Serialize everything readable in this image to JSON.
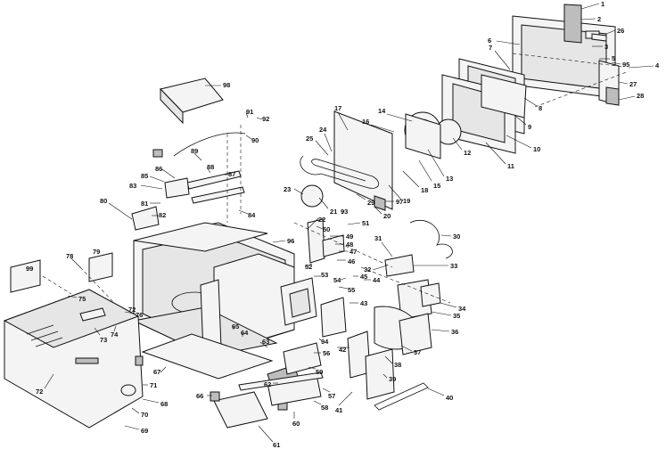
{
  "labels": {
    "p1": "1",
    "p2": "2",
    "p3": "3",
    "p4": "4",
    "p5": "5",
    "p6": "6",
    "p7": "7",
    "p8": "8",
    "p9": "9",
    "p10": "10",
    "p11": "11",
    "p12": "12",
    "p13": "13",
    "p14": "14",
    "p15": "15",
    "p16": "16",
    "p17": "17",
    "p18": "18",
    "p19": "19",
    "p20": "20",
    "p21": "21",
    "p22": "22",
    "p23": "23",
    "p24": "24",
    "p25": "25",
    "p26": "26",
    "p27": "27",
    "p28": "28",
    "p29": "29",
    "p30": "30",
    "p31": "31",
    "p32": "32",
    "p33": "33",
    "p34": "34",
    "p35": "35",
    "p36": "36",
    "p37": "37",
    "p38": "38",
    "p39": "39",
    "p40": "40",
    "p41": "41",
    "p42": "42",
    "p43": "43",
    "p44": "44",
    "p45": "45",
    "p46": "46",
    "p47": "47",
    "p48": "48",
    "p49": "49",
    "p50": "50",
    "p51": "51",
    "p52": "52",
    "p53": "53",
    "p54": "54",
    "p55": "55",
    "p56": "56",
    "p57": "57",
    "p58": "58",
    "p59": "59",
    "p60": "60",
    "p61": "61",
    "p62": "62",
    "p63": "63",
    "p64": "64",
    "p65": "65",
    "p66": "66",
    "p67": "67",
    "p68": "68",
    "p69": "69",
    "p70": "70",
    "p71": "71",
    "p72": "72",
    "p73": "73",
    "p74": "74",
    "p75": "75",
    "p76": "76",
    "p78": "78",
    "p79": "79",
    "p80": "80",
    "p81": "81",
    "p82": "82",
    "p83": "83",
    "p84": "84",
    "p85": "85",
    "p86": "86",
    "p87": "87",
    "p88": "88",
    "p89": "89",
    "p90": "90",
    "p91": "91",
    "p92": "92",
    "p93": "93",
    "p94": "94",
    "p95": "95",
    "p96": "96",
    "p97": "97",
    "p98": "98",
    "p99": "99"
  }
}
